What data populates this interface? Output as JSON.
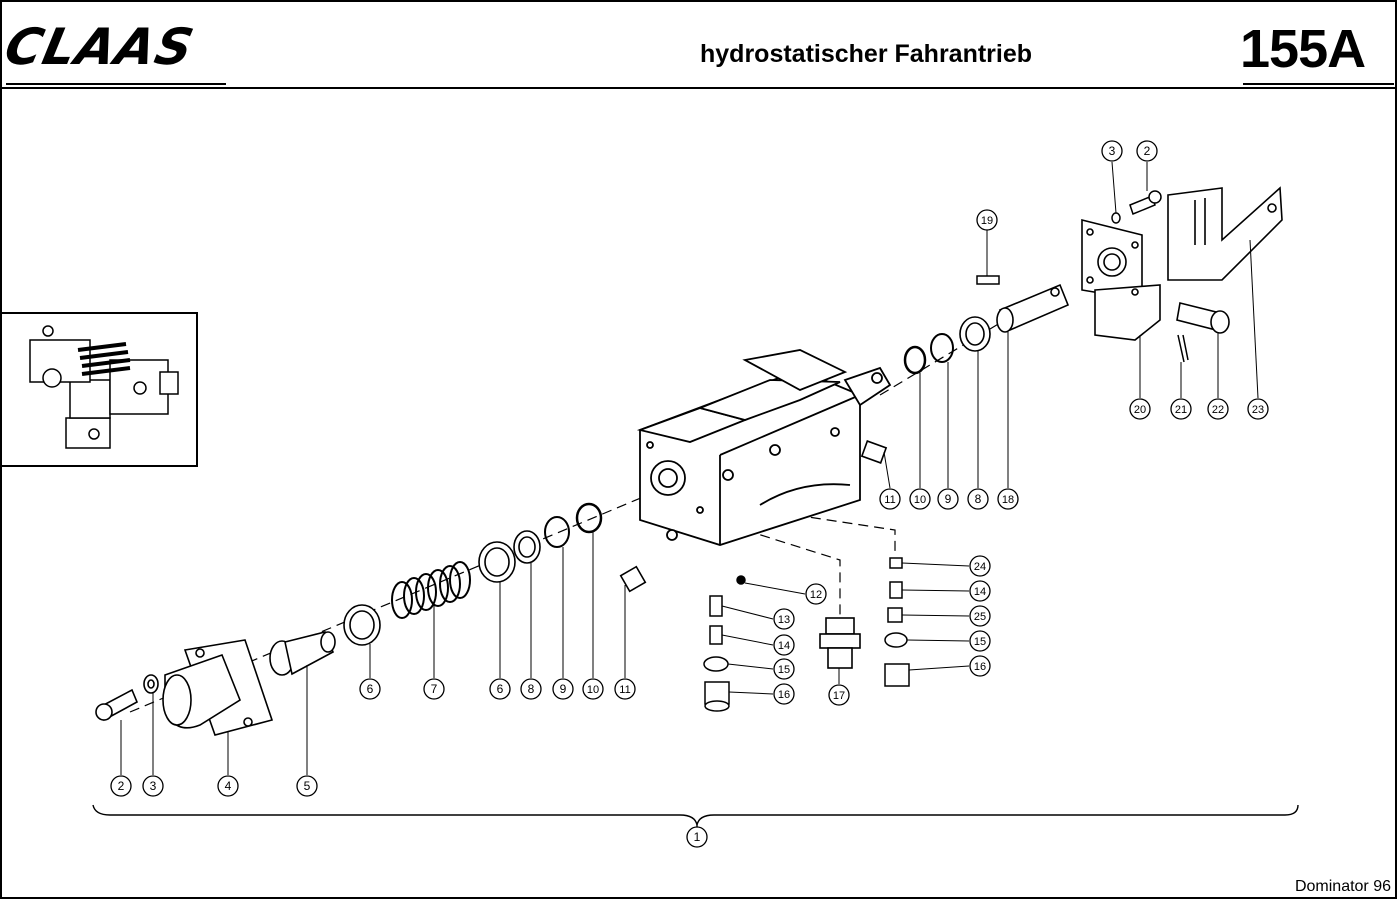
{
  "header": {
    "brand": "CLAAS",
    "title": "hydrostatischer Fahrantrieb",
    "page_number": "155A"
  },
  "footer": {
    "model": "Dominator 96"
  },
  "callouts": [
    {
      "id": "c-2a",
      "label": "2"
    },
    {
      "id": "c-3a",
      "label": "3"
    },
    {
      "id": "c-4",
      "label": "4"
    },
    {
      "id": "c-5",
      "label": "5"
    },
    {
      "id": "c-6a",
      "label": "6"
    },
    {
      "id": "c-7",
      "label": "7"
    },
    {
      "id": "c-6b",
      "label": "6"
    },
    {
      "id": "c-8a",
      "label": "8"
    },
    {
      "id": "c-9a",
      "label": "9"
    },
    {
      "id": "c-10a",
      "label": "10"
    },
    {
      "id": "c-11a",
      "label": "11"
    },
    {
      "id": "c-12",
      "label": "12"
    },
    {
      "id": "c-13",
      "label": "13"
    },
    {
      "id": "c-14a",
      "label": "14"
    },
    {
      "id": "c-15a",
      "label": "15"
    },
    {
      "id": "c-16a",
      "label": "16"
    },
    {
      "id": "c-17",
      "label": "17"
    },
    {
      "id": "c-24",
      "label": "24"
    },
    {
      "id": "c-14b",
      "label": "14"
    },
    {
      "id": "c-25",
      "label": "25"
    },
    {
      "id": "c-15b",
      "label": "15"
    },
    {
      "id": "c-16b",
      "label": "16"
    },
    {
      "id": "c-11b",
      "label": "11"
    },
    {
      "id": "c-10b",
      "label": "10"
    },
    {
      "id": "c-9b",
      "label": "9"
    },
    {
      "id": "c-8b",
      "label": "8"
    },
    {
      "id": "c-18",
      "label": "18"
    },
    {
      "id": "c-19",
      "label": "19"
    },
    {
      "id": "c-3b",
      "label": "3"
    },
    {
      "id": "c-2b",
      "label": "2"
    },
    {
      "id": "c-20",
      "label": "20"
    },
    {
      "id": "c-21",
      "label": "21"
    },
    {
      "id": "c-22",
      "label": "22"
    },
    {
      "id": "c-23",
      "label": "23"
    },
    {
      "id": "c-1",
      "label": "1"
    }
  ]
}
